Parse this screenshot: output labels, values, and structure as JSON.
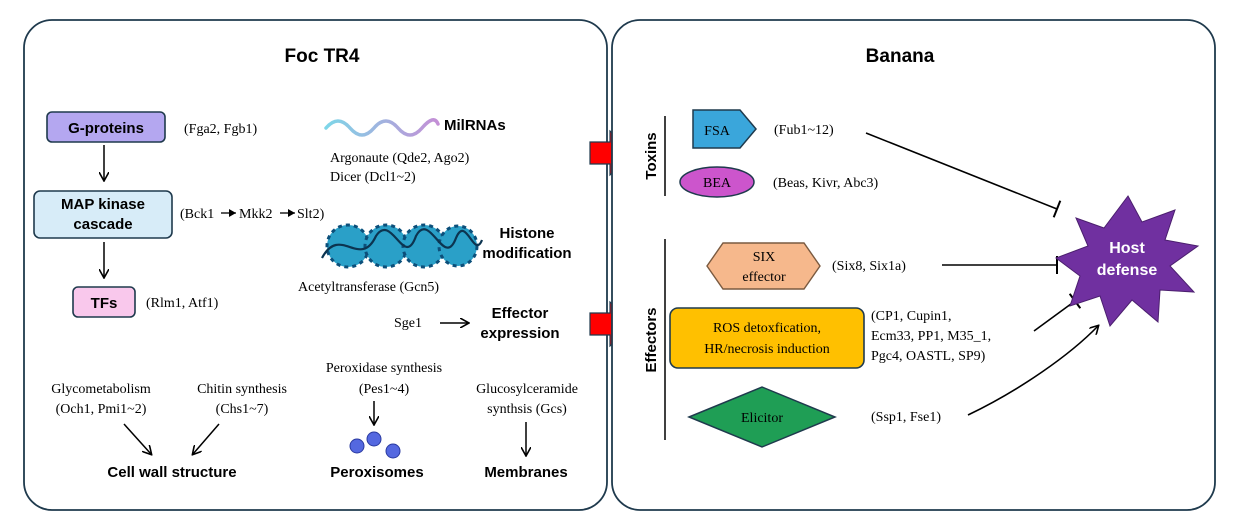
{
  "panels": {
    "foc": {
      "title": "Foc TR4",
      "g_proteins": {
        "label": "G-proteins",
        "genes": "(Fga2, Fgb1)"
      },
      "map_kinase": {
        "line1": "MAP kinase",
        "line2": "cascade",
        "genes_a": "(Bck1",
        "genes_b": "Mkk2",
        "genes_c": "Slt2)"
      },
      "tfs": {
        "label": "TFs",
        "genes": "(Rlm1, Atf1)"
      },
      "milrnas": {
        "title": "MilRNAs",
        "line1": "Argonaute (Qde2, Ago2)",
        "line2": "Dicer (Dcl1~2)"
      },
      "histone": {
        "line1": "Histone",
        "line2": "modification",
        "enzyme": "Acetyltransferase (Gcn5)"
      },
      "effector_expr": {
        "gene": "Sge1",
        "line1": "Effector",
        "line2": "expression"
      },
      "glyco": {
        "line1": "Glycometabolism",
        "line2": "(Och1, Pmi1~2)"
      },
      "chitin": {
        "line1": "Chitin  synthesis",
        "line2": "(Chs1~7)"
      },
      "cell_wall": "Cell wall structure",
      "peroxidase": {
        "line1": "Peroxidase synthesis",
        "line2": "(Pes1~4)"
      },
      "peroxisomes": "Peroxisomes",
      "glucosyl": {
        "line1": "Glucosylceramide",
        "line2": "synthsis (Gcs)"
      },
      "membranes": "Membranes"
    },
    "banana": {
      "title": "Banana",
      "toxins_label": "Toxins",
      "effectors_label": "Effectors",
      "fsa": {
        "label": "FSA",
        "genes": "(Fub1~12)"
      },
      "bea": {
        "label": "BEA",
        "genes": "(Beas, Kivr, Abc3)"
      },
      "six": {
        "line1": "SIX",
        "line2": "effector",
        "genes": "(Six8, Six1a)"
      },
      "ros": {
        "line1": "ROS detoxfication,",
        "line2": "HR/necrosis induction",
        "genes1": "(CP1, Cupin1,",
        "genes2": "Ecm33, PP1, M35_1,",
        "genes3": "Pgc4, OASTL, SP9)"
      },
      "elicitor": {
        "label": "Elicitor",
        "genes": "(Ssp1, Fse1)"
      },
      "host": {
        "line1": "Host",
        "line2": "defense"
      }
    }
  },
  "colors": {
    "g_proteins": "#b4a7f0",
    "map_kinase": "#d7ecf8",
    "tfs": "#f9c8ec",
    "fsa": "#3aa6db",
    "bea": "#cc55cc",
    "six": "#f6b88c",
    "ros": "#ffc000",
    "elicitor": "#1f9e55",
    "host": "#7030a0",
    "red_arrow": "#ff0000",
    "nucleosome": "#2aa0c8"
  }
}
